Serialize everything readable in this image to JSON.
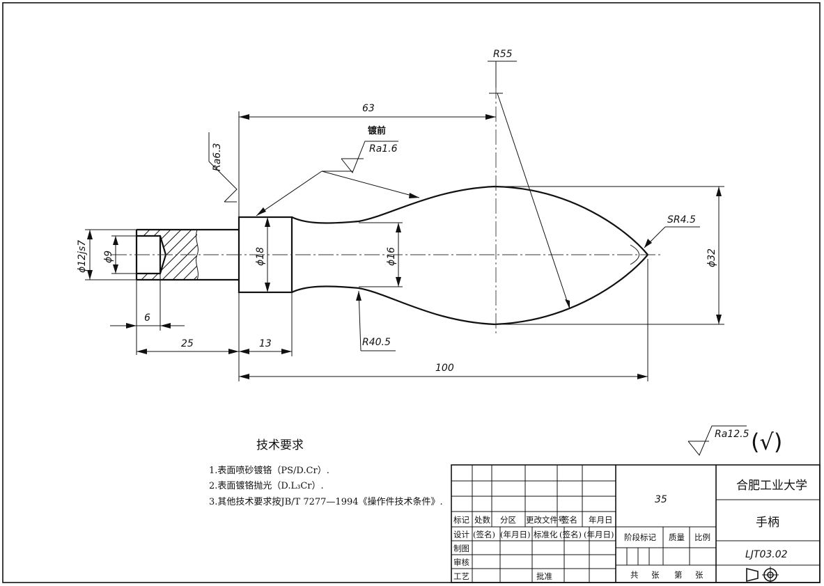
{
  "dimensions": {
    "r55": "R55",
    "len63": "63",
    "plating_note": "镀前",
    "ra16": "Ra1.6",
    "ra63": "Ra6.3",
    "sr45": "SR4.5",
    "d12": "ϕ12js7",
    "d9": "ϕ9",
    "d18": "ϕ18",
    "d16": "ϕ16",
    "d32": "ϕ32",
    "len6": "6",
    "len25": "25",
    "len13": "13",
    "r405": "R40.5",
    "len100": "100"
  },
  "surface_finish": {
    "ra125": "Ra12.5",
    "check": "(√)"
  },
  "tech_requirements": {
    "title": "技术要求",
    "items": [
      "1.表面喷砂镀铬（PS/D.Cr）.",
      "2.表面镀铬抛光（D.L₃Cr）.",
      "3.其他技术要求按JB/T 7277—1994《操作件技术条件》."
    ]
  },
  "title_block": {
    "material": "35",
    "school": "合肥工业大学",
    "part_name": "手柄",
    "drawing_no": "LJT03.02",
    "rev_headers": [
      "标记",
      "处数",
      "分区",
      "更改文件号",
      "签名",
      "年月日"
    ],
    "row_design": [
      "设计",
      "(签名)",
      "(年月日)",
      "标准化",
      "(签名)",
      "(年月日)"
    ],
    "row_draw": "制图",
    "row_check": "审核",
    "row_process": "工艺",
    "approve": "批准",
    "stage_mark": "阶段标记",
    "weight": "质量",
    "scale": "比例",
    "sheets_total": "共",
    "sheets_unit1": "张",
    "sheet_no": "第",
    "sheets_unit2": "张"
  }
}
